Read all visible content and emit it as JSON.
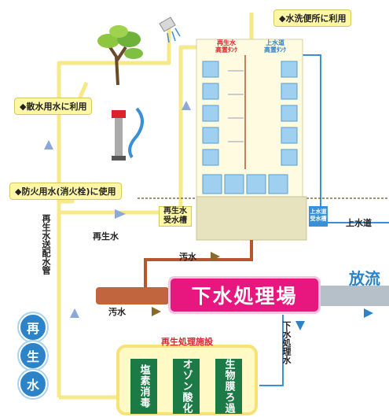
{
  "labels": {
    "toilet_use": "◆水洗便所に利用",
    "sprinkle_use": "◆散水用水に利用",
    "fire_use": "◆防火用水(消火栓)に使用",
    "recycled_tank_top": "再生水\n高置ﾀﾝｸ",
    "tap_tank_top": "上水道\n高置ﾀﾝｸ",
    "recycled_receiving_tank": "再生水\n受水槽",
    "tap_receiving_tank": "上水道\n受水槽",
    "tap_water": "上水道",
    "recycled_water": "再生水",
    "recycled_water_pipe": "再生水送配水管",
    "sewage_upper": "汚水",
    "sewage_lower": "汚水",
    "sewage_plant": "下水処理場",
    "discharge": "放流",
    "treated_sewage": "下水処理水",
    "facility_title": "再生処理施設"
  },
  "badge": [
    "再",
    "生",
    "水"
  ],
  "units": [
    "塩素消毒",
    "オゾン酸化",
    "生物膜ろ過"
  ],
  "colors": {
    "recycled_pipe": "#f7e88a",
    "tap_pipe": "#3a8fd6",
    "sewage_pipe": "#b8562f",
    "plant_box": "#e8177f",
    "facility_unit": "#1b7a45",
    "badge": "#2c83c8",
    "discharge_text": "#2c83c8"
  },
  "icons": [
    "tree-icon",
    "sprinkler-icon",
    "hydrant-icon",
    "building-icon"
  ]
}
